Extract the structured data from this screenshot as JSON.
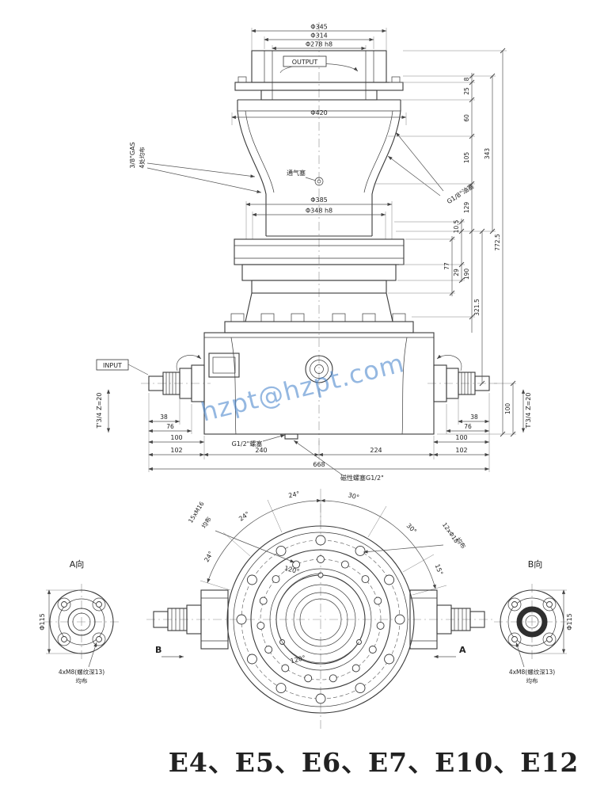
{
  "watermark": "hzpt@hzpt.com",
  "footer": "E4、E5、E6、E7、E10、E12",
  "front": {
    "output": "OUTPUT",
    "input": "INPUT",
    "phi345": "Φ345",
    "phi314": "Φ314",
    "phi278": "Φ278 h8",
    "phi420": "Φ420",
    "phi385": "Φ385",
    "phi348": "Φ348 h8",
    "gas": "3/8\"GAS",
    "gas_sub": "4处均布",
    "breather": "通气塞",
    "oil_plug": "G1/8\"油塞",
    "screw_plug": "G1/2\"螺塞",
    "magnetic_plug": "磁性螺塞G1/2\"",
    "spline_left": "T'3/4 Z=20",
    "spline_right": "T'3/4 Z=20",
    "r8": "8",
    "r25": "25",
    "r60": "60",
    "r105": "105",
    "r343": "343",
    "r129": "129",
    "r10_5": "10.5",
    "r29": "29",
    "r77": "77",
    "r190": "190",
    "r321_5": "321.5",
    "r772_5": "772.5",
    "r100": "100",
    "b38l": "38",
    "b76l": "76",
    "b100l": "100",
    "b102l": "102",
    "b240": "240",
    "b224": "224",
    "b38r": "38",
    "b76r": "76",
    "b100r": "100",
    "b102r": "102",
    "b668": "668"
  },
  "bottom": {
    "a24": "24°",
    "a30": "30°",
    "a15": "15°",
    "a120": "120°",
    "callout_left": "15xM16",
    "callout_left_sub": "均布",
    "callout_right": "12xΦ18",
    "callout_right_sub": "均布",
    "dir_a": "A",
    "dir_b": "B"
  },
  "view_a": {
    "title": "A向",
    "dia": "Φ115",
    "note": "4xM8(螺纹深13)",
    "note_sub": "均布"
  },
  "view_b": {
    "title": "B向",
    "dia": "Φ115",
    "note": "4xM8(螺纹深13)",
    "note_sub": "均布"
  }
}
